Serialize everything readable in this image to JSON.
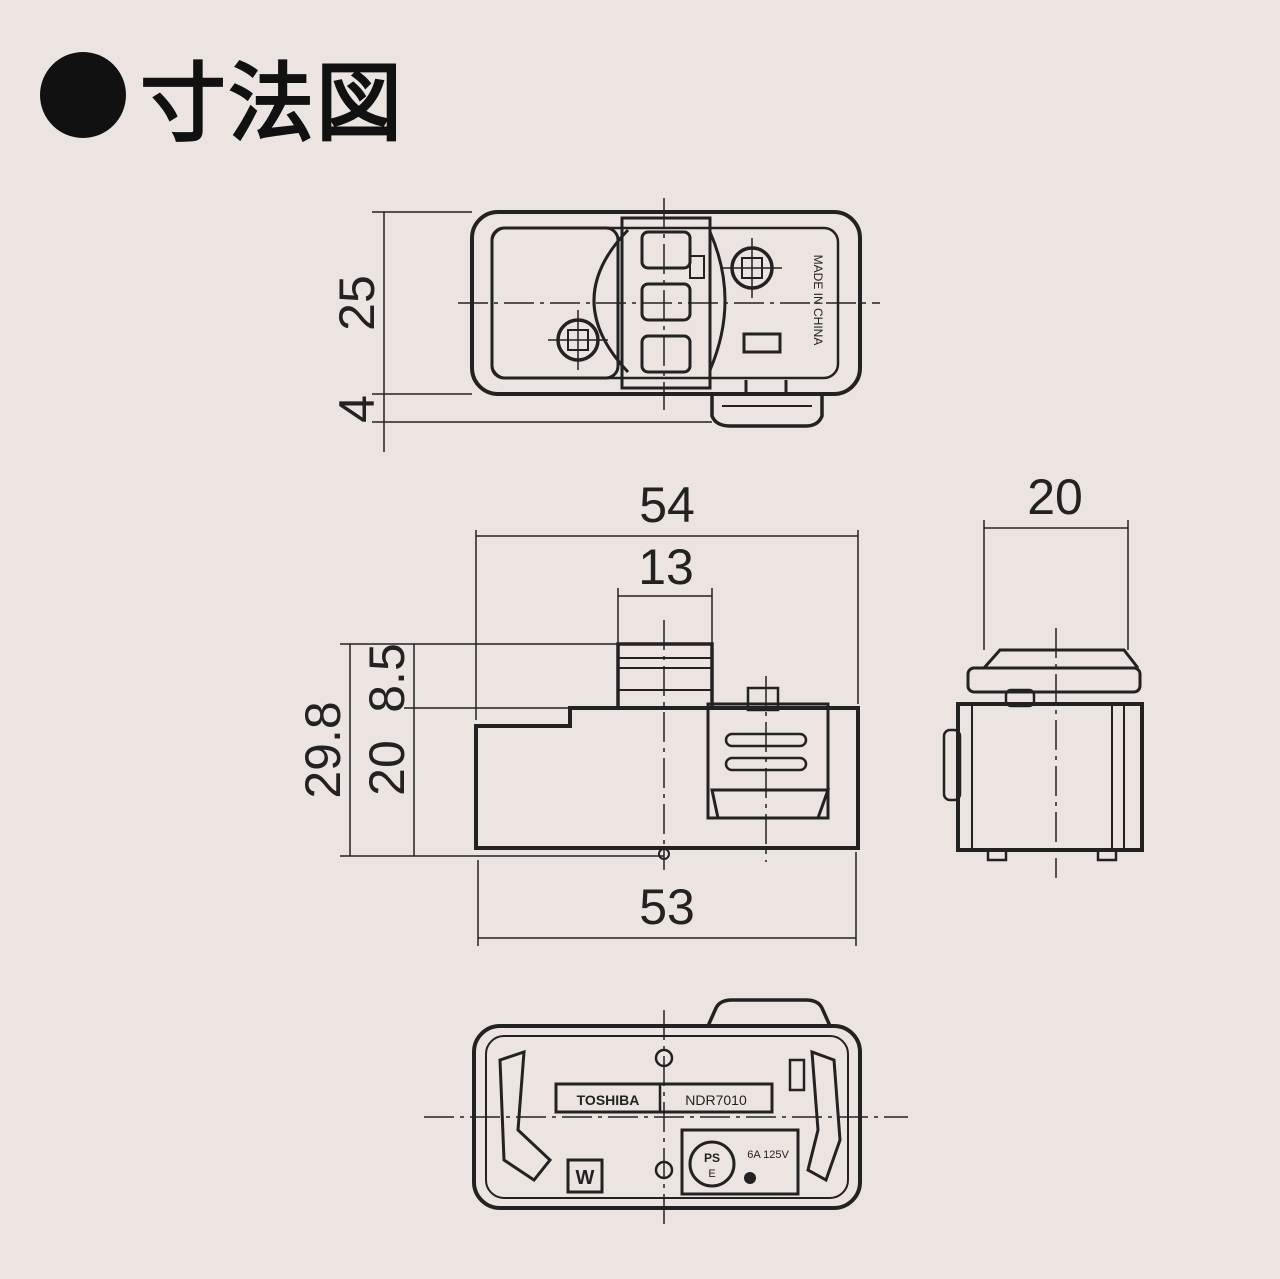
{
  "title": "●寸法図",
  "title_text": "寸法図",
  "colors": {
    "background": "#ebe4e0",
    "line": "#222222"
  },
  "top_view": {
    "dim_height": "25",
    "dim_offset": "4",
    "side_label": "MADE IN CHINA"
  },
  "front_view": {
    "dim_width_top": "54",
    "dim_width_center": "13",
    "dim_height_total": "29.8",
    "dim_height_top": "8.5",
    "dim_height_body": "20",
    "dim_width_bottom": "53"
  },
  "side_view": {
    "dim_width": "20"
  },
  "bottom_view": {
    "brand": "TOSHIBA",
    "model": "NDR7010",
    "mark_w": "W",
    "mark_ps": "PS",
    "mark_e": "E",
    "rating": "6A 125V"
  }
}
